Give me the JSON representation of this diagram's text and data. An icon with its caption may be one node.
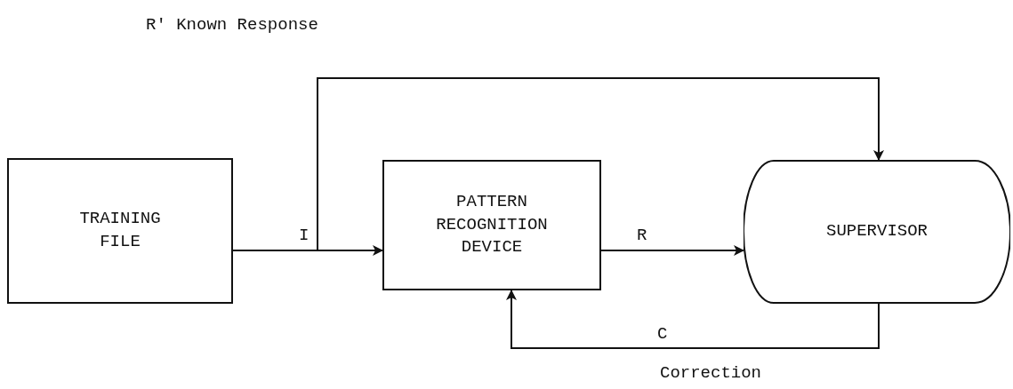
{
  "diagram": {
    "nodes": [
      {
        "text": [
          "TRAINING FILE"
        ]
      },
      {
        "text": [
          "PATTERN RECOGNITION DEVICE"
        ]
      },
      {
        "text": [
          "SUPERVISOR"
        ]
      }
    ],
    "edges": [
      {
        "from": 0,
        "to": 1,
        "arrow": "to",
        "label": "I"
      },
      {
        "from": 0,
        "to": 2,
        "arrow": "to",
        "label": "R' Known Response"
      },
      {
        "from": 1,
        "to": 2,
        "arrow": "to",
        "label": "R"
      },
      {
        "from": 2,
        "to": 1,
        "arrow": "to",
        "label": "C"
      }
    ],
    "labels": [
      "Correction"
    ]
  }
}
